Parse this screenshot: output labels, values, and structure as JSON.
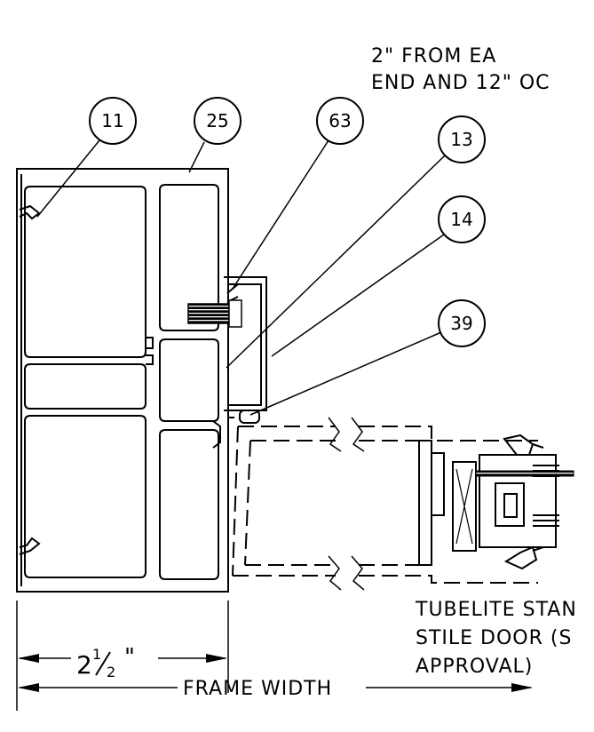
{
  "callouts": [
    {
      "id": "callout-11",
      "label": "11"
    },
    {
      "id": "callout-25",
      "label": "25"
    },
    {
      "id": "callout-63",
      "label": "63"
    },
    {
      "id": "callout-13",
      "label": "13"
    },
    {
      "id": "callout-14",
      "label": "14"
    },
    {
      "id": "callout-39",
      "label": "39"
    }
  ],
  "notes": {
    "fastener_line1": "2\" FROM EA",
    "fastener_line2": "END AND 12\" OC",
    "door_line1": "TUBELITE STAN",
    "door_line2": "STILE DOOR (S",
    "door_line3": "APPROVAL)"
  },
  "dimensions": {
    "frame_depth_whole": "2",
    "frame_depth_num": "1",
    "frame_depth_den": "2",
    "frame_depth_unit": "\"",
    "frame_width": "FRAME WIDTH"
  }
}
